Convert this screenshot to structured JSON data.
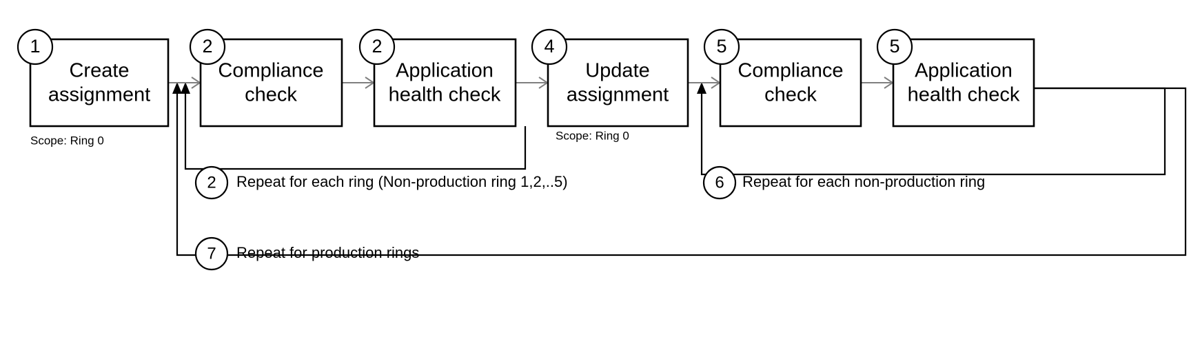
{
  "diagram": {
    "title": "Ring-based deployment assignment flow",
    "colors": {
      "stroke": "#000000",
      "connector": "#7f7f7f",
      "background": "#ffffff"
    },
    "steps": [
      {
        "badge": "1",
        "line1": "Create",
        "line2": "assignment",
        "note": "Scope: Ring 0"
      },
      {
        "badge": "2",
        "line1": "Compliance",
        "line2": "check",
        "note": ""
      },
      {
        "badge": "2",
        "line1": "Application",
        "line2": "health check",
        "note": ""
      },
      {
        "badge": "4",
        "line1": "Update",
        "line2": "assignment",
        "note": "Scope: Ring 0"
      },
      {
        "badge": "5",
        "line1": "Compliance",
        "line2": "check",
        "note": ""
      },
      {
        "badge": "5",
        "line1": "Application",
        "line2": "health check",
        "note": ""
      }
    ],
    "legends": [
      {
        "badge": "2",
        "text": "Repeat for each ring (Non-production ring 1,2,..5)"
      },
      {
        "badge": "6",
        "text": "Repeat for each non-production ring"
      },
      {
        "badge": "7",
        "text": "Repeat for production rings"
      }
    ]
  }
}
